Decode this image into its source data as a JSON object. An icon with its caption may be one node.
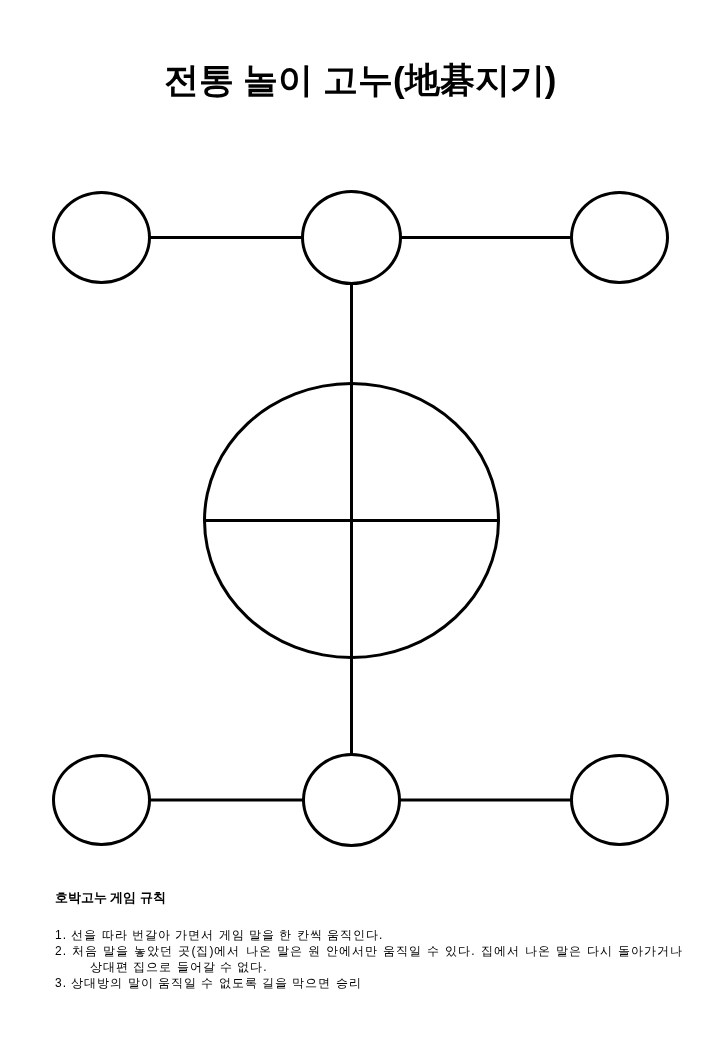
{
  "diagram": {
    "title": "전통 놀이 고누(地碁지기)",
    "nodes": [
      {
        "text": [],
        "shape": "circle"
      },
      {
        "text": [],
        "shape": "circle"
      },
      {
        "text": [],
        "shape": "circle"
      },
      {
        "text": [],
        "shape": "circle"
      },
      {
        "text": [],
        "shape": "circle"
      },
      {
        "text": [],
        "shape": "circle"
      },
      {
        "text": [],
        "shape": "circle"
      }
    ],
    "edges": [
      {
        "from": 0,
        "to": 1,
        "arrow": "none"
      },
      {
        "from": 1,
        "to": 2,
        "arrow": "none"
      },
      {
        "from": 1,
        "to": 3,
        "arrow": "none"
      },
      {
        "from": 3,
        "to": 5,
        "arrow": "none"
      },
      {
        "from": 4,
        "to": 5,
        "arrow": "none"
      },
      {
        "from": 5,
        "to": 6,
        "arrow": "none"
      }
    ],
    "labels": [
      "호박고누 게임 규칙",
      "1. 선을 따라 번갈아 가면서 게임 말을 한 칸씩 움직인다.",
      "2. 처음 말을 놓았던 곳(집)에서 나온 말은 원 안에서만 움직일 수 있다. 집에서 나온 말은 다시 돌아가거나 상대편 집으로 들어갈 수 없다.",
      "3. 상대방의 말이 움직일 수 없도록 길을 막으면 승리"
    ]
  }
}
